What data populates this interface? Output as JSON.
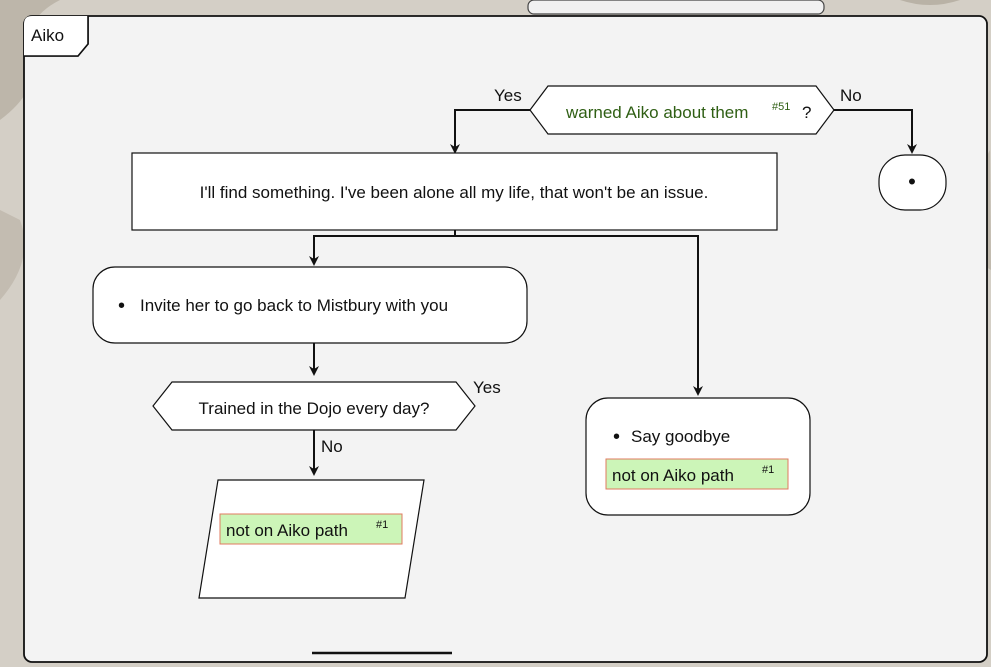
{
  "frame": {
    "title": "Aiko"
  },
  "nodes": {
    "decision1": {
      "text": "warned Aiko about them",
      "ref": "#51",
      "suffix": "?",
      "yes": "Yes",
      "no": "No"
    },
    "statement": {
      "text": "I'll find something. I've been alone all my life, that won't be an issue."
    },
    "invite": {
      "bullet": "•",
      "text": "Invite her to go back to Mistbury with you"
    },
    "decision2": {
      "text": "Trained in the Dojo every day?",
      "yes": "Yes",
      "no": "No"
    },
    "goodbye": {
      "bullet": "•",
      "text": "Say goodbye",
      "tag": "not on Aiko path",
      "ref": "#1"
    },
    "note": {
      "tag": "not on Aiko path",
      "ref": "#1"
    },
    "end_node": {
      "bullet": "•"
    }
  },
  "colors": {
    "frame_bg": "#f3f3f3",
    "node_bg": "#ffffff",
    "tag_bg": "#ccf5b8",
    "tag_border": "#e07a5f",
    "condition_text": "#2f5f14",
    "line": "#111111"
  }
}
